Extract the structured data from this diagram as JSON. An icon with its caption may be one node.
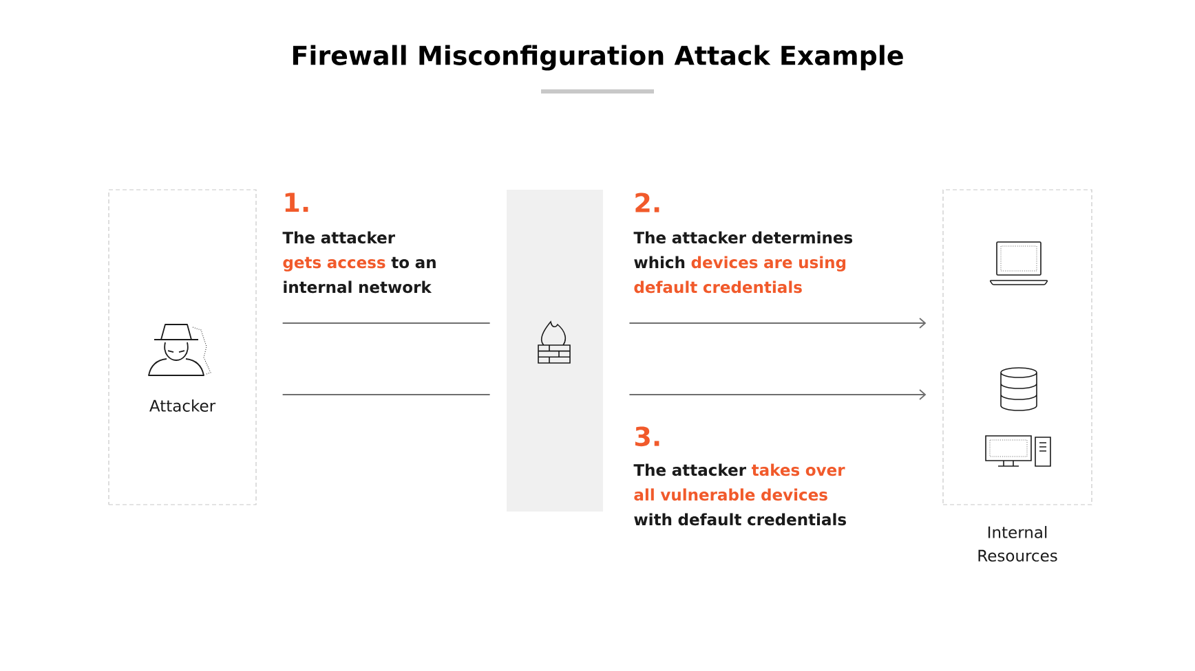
{
  "diagram": {
    "title": "Firewall Misconfiguration Attack Example",
    "nodes": [
      {
        "text": [
          "Attacker"
        ]
      },
      {
        "text": [],
        "shape": "bar"
      },
      {
        "text": [
          "Internal Resources"
        ]
      }
    ],
    "edges": [
      {
        "from": 0,
        "to": 1,
        "arrow": "none"
      },
      {
        "from": 1,
        "to": 2,
        "arrow": "to"
      },
      {
        "from": 0,
        "to": 1,
        "arrow": "none"
      },
      {
        "from": 1,
        "to": 2,
        "arrow": "to"
      }
    ],
    "labels": [
      "1.",
      "The attacker **gets access** to an internal network",
      "2.",
      "The attacker determines which **devices are using default credentials**",
      "3.",
      "The attacker **takes over all vulnerable devices** with default credentials"
    ]
  }
}
